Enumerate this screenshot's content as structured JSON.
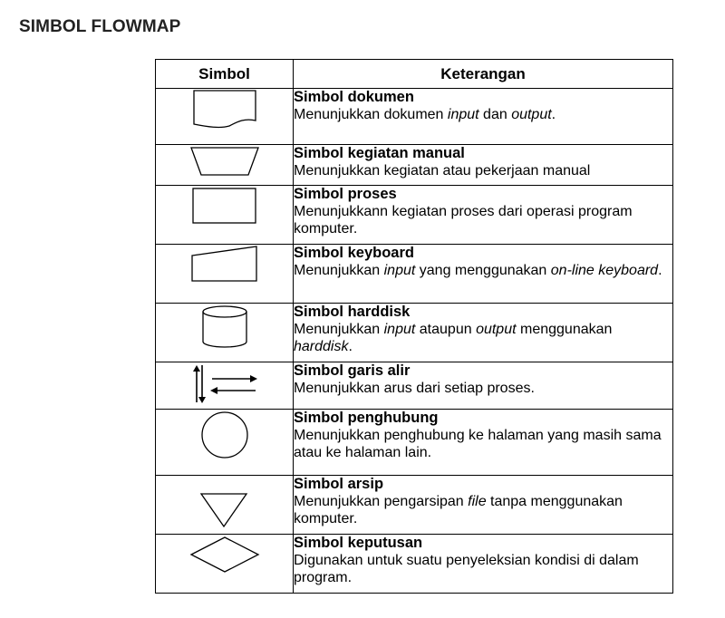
{
  "page": {
    "title": "SIMBOL FLOWMAP"
  },
  "table": {
    "headers": {
      "symbol": "Simbol",
      "description": "Keterangan"
    },
    "rows": [
      {
        "icon": "document-symbol-icon",
        "title": "Simbol dokumen",
        "text": "Menunjukkan dokumen <i>input</i> dan <i>output</i>."
      },
      {
        "icon": "manual-operation-symbol-icon",
        "title": "Simbol kegiatan manual",
        "text": "Menunjukkan kegiatan atau pekerjaan manual"
      },
      {
        "icon": "process-symbol-icon",
        "title": "Simbol proses",
        "text": "Menunjukkann kegiatan proses dari operasi program komputer."
      },
      {
        "icon": "keyboard-symbol-icon",
        "title": "Simbol keyboard",
        "text": "Menunjukkan <i>input</i> yang menggunakan <i>on-line keyboard</i>."
      },
      {
        "icon": "harddisk-symbol-icon",
        "title": "Simbol harddisk",
        "text": "Menunjukkan <i>input</i> ataupun <i>output</i> menggunakan <i>harddisk</i>."
      },
      {
        "icon": "flow-line-symbol-icon",
        "title": "Simbol garis alir",
        "text": "Menunjukkan arus dari setiap proses."
      },
      {
        "icon": "connector-symbol-icon",
        "title": "Simbol penghubung",
        "text": "Menunjukkan penghubung ke halaman yang masih sama atau ke halaman lain."
      },
      {
        "icon": "archive-symbol-icon",
        "title": "Simbol arsip",
        "text": "Menunjukkan pengarsipan <i>file</i> tanpa menggunakan komputer."
      },
      {
        "icon": "decision-symbol-icon",
        "title": "Simbol keputusan",
        "text": "Digunakan untuk suatu penyeleksian kondisi di dalam program."
      }
    ]
  }
}
